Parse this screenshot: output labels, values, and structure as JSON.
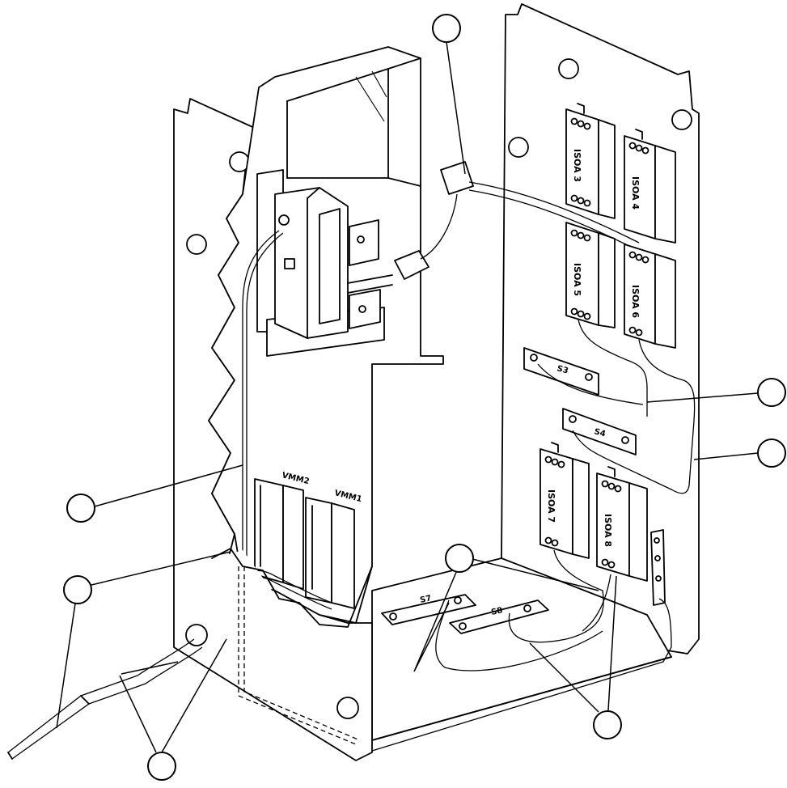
{
  "components": {
    "isoa3": "ISOA 3",
    "isoa4": "ISOA 4",
    "isoa5": "ISOA 5",
    "isoa6": "ISOA 6",
    "isoa7": "ISOA 7",
    "isoa8": "ISOA 8",
    "s3": "S3",
    "s4": "S4",
    "s7": "S7",
    "s8": "S8",
    "vmm1": "VMM1",
    "vmm2": "VMM2"
  },
  "callout_count": 8
}
